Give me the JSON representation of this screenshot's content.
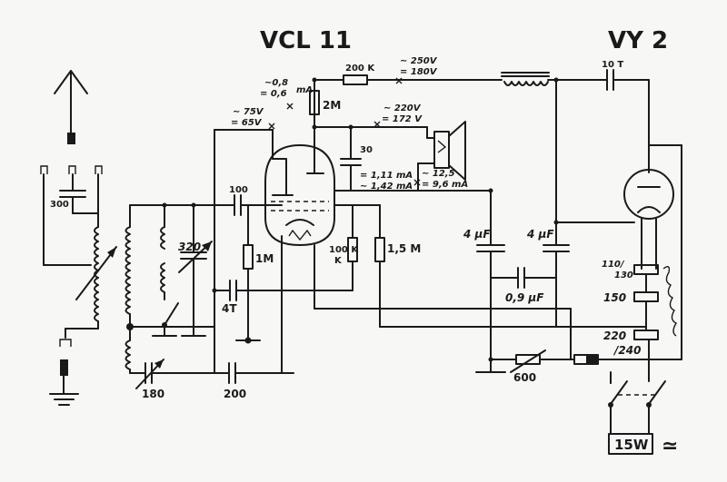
{
  "tubes": {
    "main": "VCL 11",
    "rectifier": "VY 2"
  },
  "components": {
    "c_antenna": "300",
    "c_tuning": "320",
    "c_grid": "100",
    "r_grid": "1M",
    "c_coupling": "4T",
    "c_reaction": "180",
    "c_bottom": "200",
    "r_anode": "2M",
    "r_series": "200 K",
    "c_mid": "30",
    "r_cathode": "100 K",
    "r_cathode_unit": "K",
    "r_right": "1,5 M",
    "c_filter1": "4 µF",
    "c_filter2": "4 µF",
    "c_mid2": "0,9 µF",
    "c_top": "10 T",
    "r_heater": "600",
    "tap_110": "110/",
    "tap_130": "130",
    "tap_150": "150",
    "tap_220": "220",
    "tap_240": "/240"
  },
  "readings": {
    "current1_a": "∼0,8",
    "current1_b": "= 0,6",
    "current1_unit": "mA",
    "volt1_a": "∼ 75V",
    "volt1_b": "= 65V",
    "volt2_a": "∼ 250V",
    "volt2_b": "= 180V",
    "volt3_a": "∼ 220V",
    "volt3_b": "= 172 V",
    "current2_a": "= 1,11 mA",
    "current2_b": "∼ 1,42 mA",
    "current3_a": "∼ 12,5",
    "current3_b": "= 9,6 mA"
  },
  "power": {
    "label": "15W",
    "symbol": "≃"
  }
}
